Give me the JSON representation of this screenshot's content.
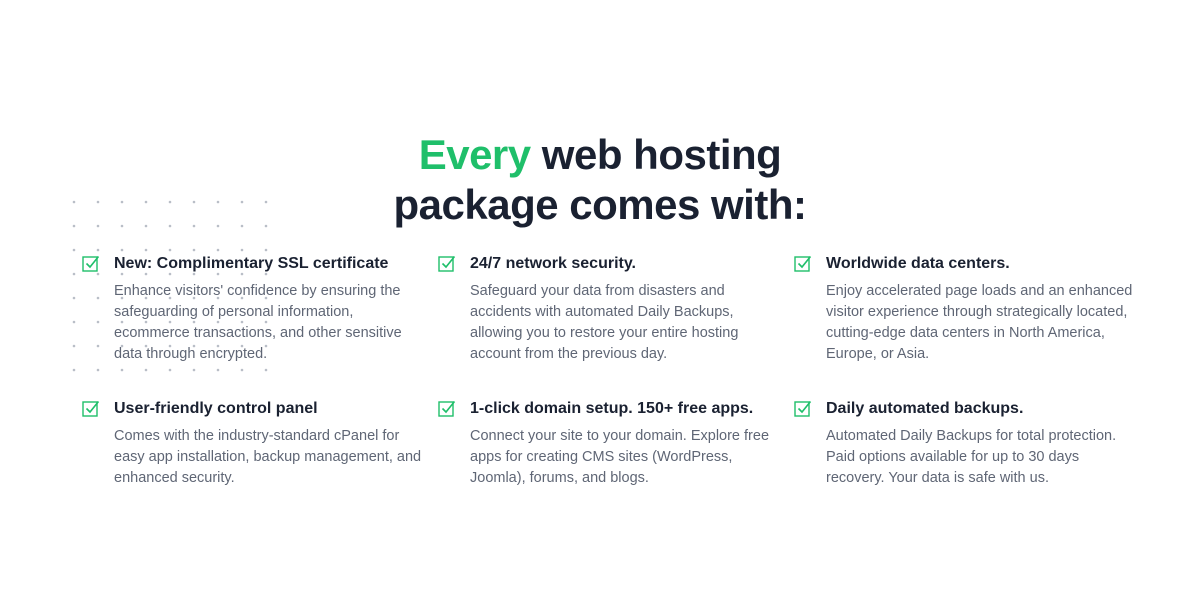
{
  "heading": {
    "accent": "Every",
    "rest_line1": " web hosting",
    "line2": "package comes with:"
  },
  "colors": {
    "accent": "#1fbf6a",
    "heading": "#1a2131",
    "body_text": "#5f6675",
    "check": "#1fbf6a"
  },
  "features": [
    {
      "icon": "checkbox-checked-icon",
      "title": "New: Complimentary SSL certificate",
      "description": "Enhance visitors' confidence by ensuring the safeguarding of personal information, ecommerce transactions, and other sensitive data through encrypted."
    },
    {
      "icon": "checkbox-checked-icon",
      "title": "24/7 network security.",
      "description": "Safeguard your data from disasters and accidents with automated Daily Backups, allowing you to restore your entire hosting account from the previous day."
    },
    {
      "icon": "checkbox-checked-icon",
      "title": "Worldwide data centers.",
      "description": "Enjoy accelerated page loads and an enhanced visitor experience through strategically located, cutting-edge data centers in North America, Europe, or Asia."
    },
    {
      "icon": "checkbox-checked-icon",
      "title": "User-friendly control panel",
      "description": "Comes with the industry-standard cPanel for easy app installation, backup management, and enhanced security."
    },
    {
      "icon": "checkbox-checked-icon",
      "title": "1-click domain setup. 150+ free apps.",
      "description": "Connect your site to your domain. Explore free apps for creating CMS sites (WordPress, Joomla), forums, and blogs."
    },
    {
      "icon": "checkbox-checked-icon",
      "title": "Daily automated backups.",
      "description": "Automated Daily Backups for total protection. Paid options available for up to 30 days recovery. Your data is safe with us."
    }
  ]
}
